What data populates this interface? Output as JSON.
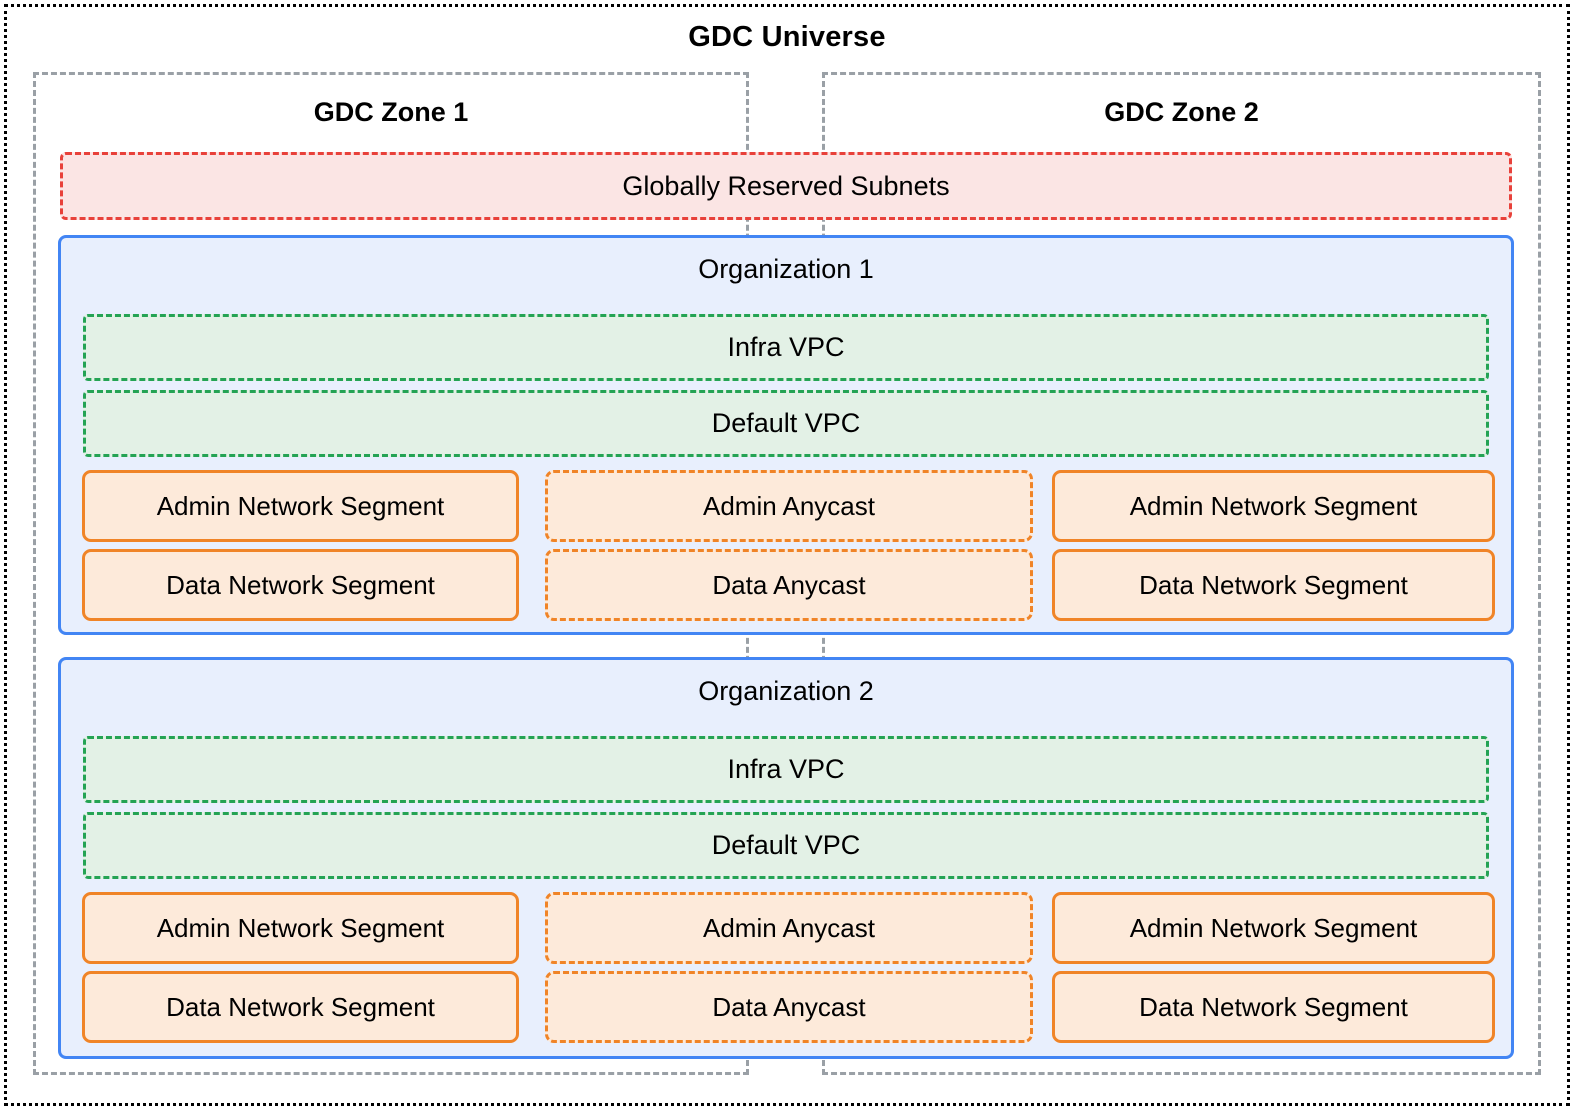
{
  "diagram": {
    "title": "GDC Universe",
    "zones": [
      {
        "name": "zone-1",
        "label": "GDC Zone 1"
      },
      {
        "name": "zone-2",
        "label": "GDC Zone 2"
      }
    ],
    "globally_reserved_subnets": {
      "label": "Globally Reserved Subnets",
      "border_color": "#e8413a",
      "fill_color": "#fbe5e4",
      "border_style": "dashed"
    },
    "organizations": [
      {
        "label": "Organization 1",
        "border_color": "#4285f4",
        "fill_color": "#e8effd",
        "vpcs": [
          {
            "label": "Infra VPC",
            "border_color": "#24a354",
            "fill_color": "#e3f1e6",
            "border_style": "dashed"
          },
          {
            "label": "Default VPC",
            "border_color": "#24a354",
            "fill_color": "#e3f1e6",
            "border_style": "dashed"
          }
        ],
        "rows": [
          {
            "name": "admin",
            "zone1": "Admin Network Segment",
            "shared": "Admin Anycast",
            "zone2": "Admin Network Segment"
          },
          {
            "name": "data",
            "zone1": "Data Network Segment",
            "shared": "Data Anycast",
            "zone2": "Data Network Segment"
          }
        ]
      },
      {
        "label": "Organization 2",
        "border_color": "#4285f4",
        "fill_color": "#e8effd",
        "vpcs": [
          {
            "label": "Infra VPC",
            "border_color": "#24a354",
            "fill_color": "#e3f1e6",
            "border_style": "dashed"
          },
          {
            "label": "Default VPC",
            "border_color": "#24a354",
            "fill_color": "#e3f1e6",
            "border_style": "dashed"
          }
        ],
        "rows": [
          {
            "name": "admin",
            "zone1": "Admin Network Segment",
            "shared": "Admin Anycast",
            "zone2": "Admin Network Segment"
          },
          {
            "name": "data",
            "zone1": "Data Network Segment",
            "shared": "Data Anycast",
            "zone2": "Data Network Segment"
          }
        ]
      }
    ],
    "colors": {
      "universe_border": "#000000",
      "zone_border": "#9aa0a6",
      "org_border": "#4285f4",
      "org_fill": "#e8effd",
      "vpc_border": "#24a354",
      "vpc_fill": "#e3f1e6",
      "segment_border": "#f08427",
      "segment_fill": "#fdeada",
      "reserved_border": "#e8413a",
      "reserved_fill": "#fbe5e4",
      "background": "#ffffff"
    }
  }
}
